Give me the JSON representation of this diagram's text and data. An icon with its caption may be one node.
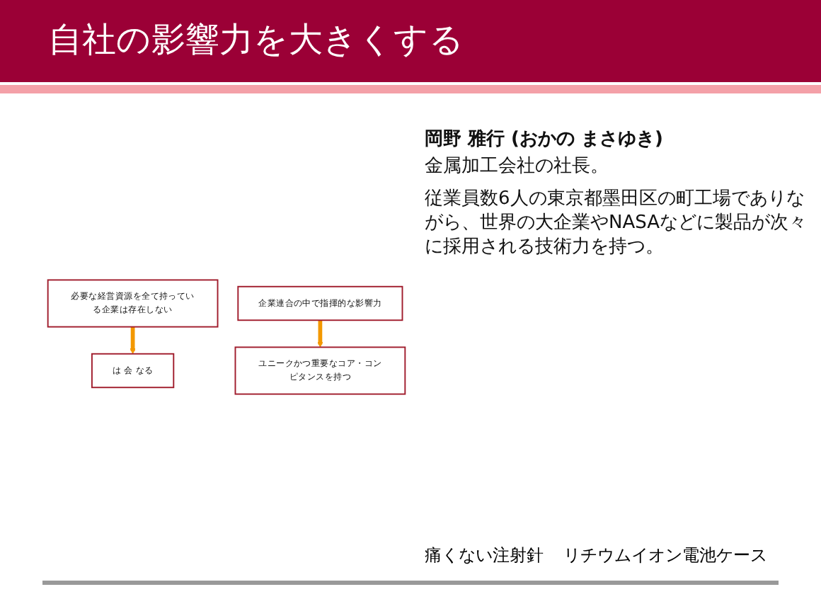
{
  "diagram": {
    "title": "自社の影響力を大きくする",
    "nodes": [
      {
        "text": [
          "必要な経営資源を全て持っている企業は存在しない"
        ]
      },
      {
        "text": [
          "は 会 なる"
        ]
      },
      {
        "text": [
          "企業連合の中で指揮的な影響力"
        ]
      },
      {
        "text": [
          "ユニークかつ重要なコア・コンピタンスを持つ"
        ]
      }
    ],
    "edges": [
      {
        "from": 0,
        "to": 1,
        "arrow": "to"
      },
      {
        "from": 2,
        "to": 3,
        "arrow": "to"
      }
    ],
    "labels": [
      "岡野 雅行 (おかの まさゆき)",
      "金属加工会社の社長。",
      "従業員数6人の東京都墨田区の町工場でありながら、世界の大企業やNASAなどに製品が次々に採用される技術力を持つ。",
      "痛くない注射針",
      "リチウムイオン電池ケース"
    ]
  }
}
